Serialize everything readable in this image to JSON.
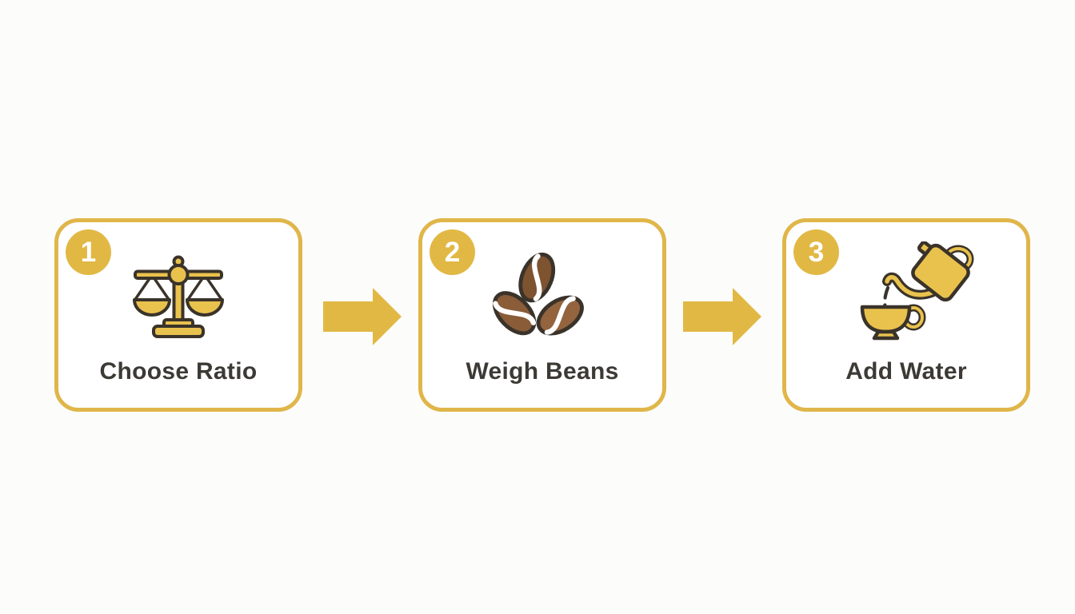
{
  "diagram": {
    "name": "coffee-brewing-process-flow",
    "background": "#FCFCFB",
    "colors": {
      "gold": "#E2B845",
      "border_gold": "#E0B64A",
      "icon_gold": "#E9C24D",
      "outline": "#3A332A",
      "text": "#3D3A35",
      "badge_text": "#FFFFFF",
      "bean_brown_dark": "#7E5330",
      "bean_brown": "#8A5C38",
      "bean_brown_light": "#93643E",
      "bean_seam": "#FFFFFF",
      "card_bg": "#FFFFFF"
    },
    "steps": [
      {
        "number": "1",
        "label": "Choose Ratio",
        "icon": "balance-scale-icon"
      },
      {
        "number": "2",
        "label": "Weigh Beans",
        "icon": "coffee-beans-icon"
      },
      {
        "number": "3",
        "label": "Add Water",
        "icon": "kettle-pouring-into-cup-icon"
      }
    ],
    "connectors": [
      {
        "icon": "arrow-right-icon"
      },
      {
        "icon": "arrow-right-icon"
      }
    ]
  }
}
